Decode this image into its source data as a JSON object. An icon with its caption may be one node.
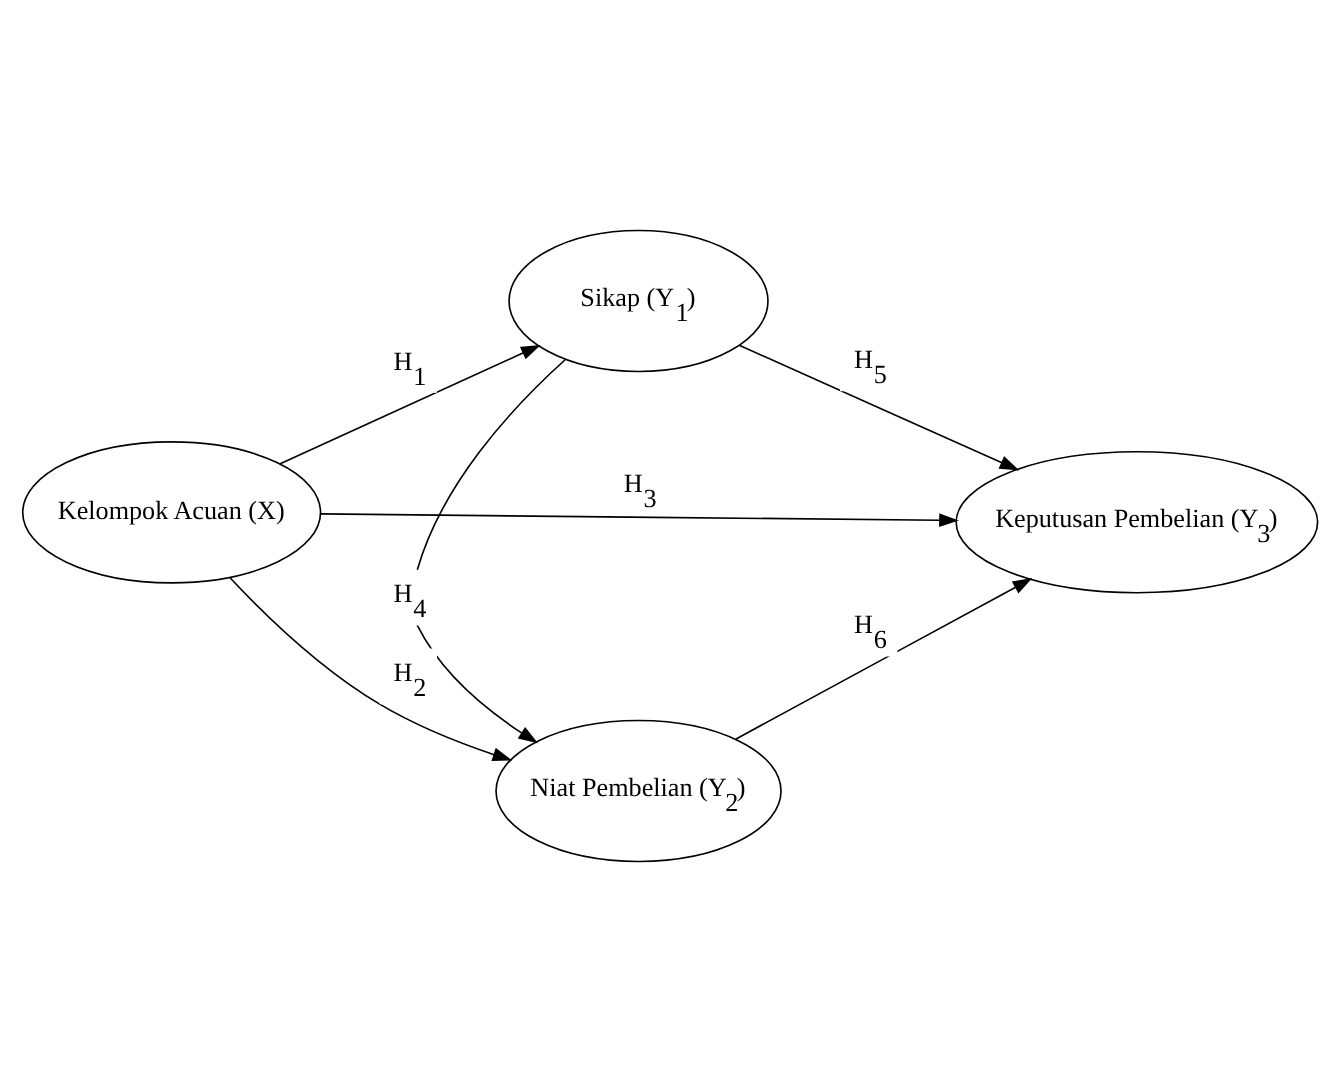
{
  "diagram": {
    "nodes": [
      {
        "text": [
          "Sikap (Y$_{1}$)"
        ]
      },
      {
        "text": [
          "Kelompok Acuan (X)"
        ]
      },
      {
        "text": [
          "Keputusan Pembelian (Y$_{3}$)"
        ]
      },
      {
        "text": [
          "Niat Pembelian (Y$_{2}$)"
        ]
      }
    ],
    "edges": [
      {
        "from": 1,
        "to": 0,
        "arrow": "to",
        "label": "H$_{1}$"
      },
      {
        "from": 1,
        "to": 3,
        "arrow": "to",
        "label": "H$_{2}$"
      },
      {
        "from": 1,
        "to": 2,
        "arrow": "to",
        "label": "H$_{3}$"
      },
      {
        "from": 0,
        "to": 3,
        "arrow": "to",
        "label": "H$_{4}$"
      },
      {
        "from": 0,
        "to": 2,
        "arrow": "to",
        "label": "H$_{5}$"
      },
      {
        "from": 3,
        "to": 2,
        "arrow": "to",
        "label": "H$_{6}$"
      }
    ]
  }
}
